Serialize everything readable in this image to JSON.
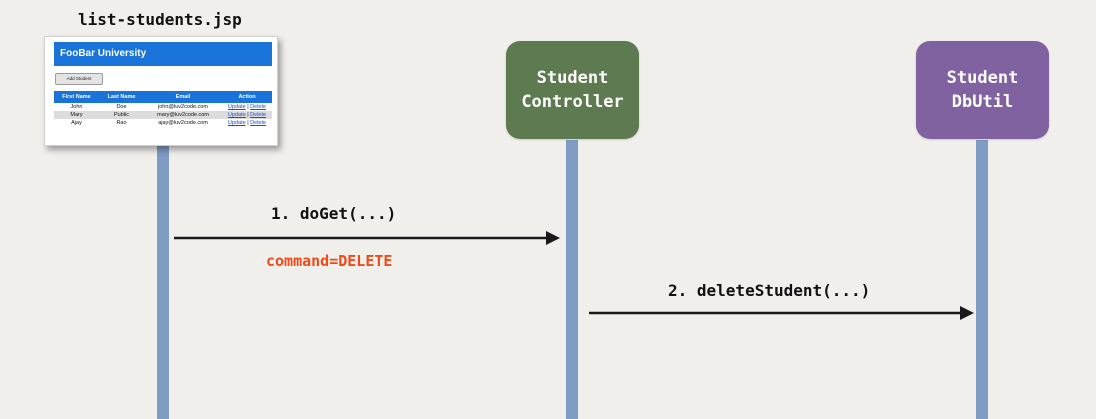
{
  "file_label": "list-students.jsp",
  "thumbnail": {
    "header_title": "FooBar University",
    "add_button": "Add Student",
    "columns": [
      "First Name",
      "Last Name",
      "Email",
      "Action"
    ],
    "rows": [
      {
        "first": "John",
        "last": "Doe",
        "email": "john@luv2code.com"
      },
      {
        "first": "Mary",
        "last": "Public",
        "email": "mary@luv2code.com"
      },
      {
        "first": "Ajay",
        "last": "Rao",
        "email": "ajay@luv2code.com"
      }
    ],
    "update_link": "Update",
    "separator": "|",
    "delete_link": "Delete"
  },
  "nodes": {
    "controller": {
      "line1": "Student",
      "line2": "Controller",
      "color": "#5e7a50"
    },
    "dbutil": {
      "line1": "Student",
      "line2": "DbUtil",
      "color": "#7f629f"
    }
  },
  "messages": {
    "msg1": "1. doGet(...)",
    "msg1_param": "command=DELETE",
    "msg2": "2. deleteStudent(...)"
  },
  "colors": {
    "lifeline": "#7f9cc4",
    "param": "#f04a18"
  }
}
